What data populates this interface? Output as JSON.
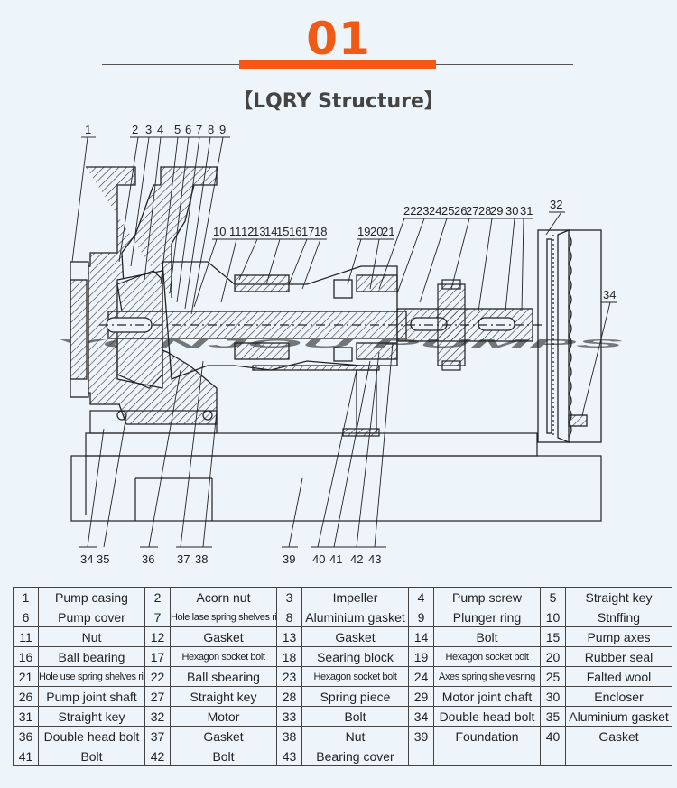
{
  "header": {
    "number": "01",
    "subtitle": "【LQRY Structure】"
  },
  "watermark": "YONJOU PUMPS",
  "callouts": {
    "top_left": [
      "1"
    ],
    "top_group": [
      "2",
      "3",
      "4",
      "5",
      "6",
      "7",
      "8",
      "9"
    ],
    "mid_group": [
      "10",
      "11",
      "12",
      "13",
      "14",
      "15",
      "16",
      "17",
      "18"
    ],
    "mid_group2": [
      "19",
      "20",
      "21"
    ],
    "right_group": [
      "22",
      "23",
      "24",
      "25",
      "26",
      "27",
      "28",
      "29",
      "30",
      "31"
    ],
    "motor": [
      "32"
    ],
    "right_side": [
      "34"
    ],
    "bottom": [
      "34",
      "35",
      "36",
      "37",
      "38",
      "39",
      "40",
      "41",
      "42",
      "43"
    ]
  },
  "parts": [
    [
      {
        "n": "1",
        "name": "Pump casing"
      },
      {
        "n": "2",
        "name": "Acorn nut"
      },
      {
        "n": "3",
        "name": "Impeller"
      },
      {
        "n": "4",
        "name": "Pump screw"
      },
      {
        "n": "5",
        "name": "Straight key"
      }
    ],
    [
      {
        "n": "6",
        "name": "Pump cover"
      },
      {
        "n": "7",
        "name": "Hole lase spring shelves ring"
      },
      {
        "n": "8",
        "name": "Aluminium gasket"
      },
      {
        "n": "9",
        "name": "Plunger ring"
      },
      {
        "n": "10",
        "name": "Stnffing"
      }
    ],
    [
      {
        "n": "11",
        "name": "Nut"
      },
      {
        "n": "12",
        "name": "Gasket"
      },
      {
        "n": "13",
        "name": "Gasket"
      },
      {
        "n": "14",
        "name": "Bolt"
      },
      {
        "n": "15",
        "name": "Pump axes"
      }
    ],
    [
      {
        "n": "16",
        "name": "Ball bearing"
      },
      {
        "n": "17",
        "name": "Hexagon socket bolt"
      },
      {
        "n": "18",
        "name": "Searing block"
      },
      {
        "n": "19",
        "name": "Hexagon socket bolt"
      },
      {
        "n": "20",
        "name": "Rubber seal"
      }
    ],
    [
      {
        "n": "21",
        "name": "Hole use spring shelves ring"
      },
      {
        "n": "22",
        "name": "Ball sbearing"
      },
      {
        "n": "23",
        "name": "Hexagon socket bolt"
      },
      {
        "n": "24",
        "name": "Axes spring shelvesring"
      },
      {
        "n": "25",
        "name": "Falted wool"
      }
    ],
    [
      {
        "n": "26",
        "name": "Pump joint shaft"
      },
      {
        "n": "27",
        "name": "Straight key"
      },
      {
        "n": "28",
        "name": "Spring piece"
      },
      {
        "n": "29",
        "name": "Motor joint chaft"
      },
      {
        "n": "30",
        "name": "Encloser"
      }
    ],
    [
      {
        "n": "31",
        "name": "Straight key"
      },
      {
        "n": "32",
        "name": "Motor"
      },
      {
        "n": "33",
        "name": "Bolt"
      },
      {
        "n": "34",
        "name": "Double head bolt"
      },
      {
        "n": "35",
        "name": "Aluminium gasket"
      }
    ],
    [
      {
        "n": "36",
        "name": "Double head bolt"
      },
      {
        "n": "37",
        "name": "Gasket"
      },
      {
        "n": "38",
        "name": "Nut"
      },
      {
        "n": "39",
        "name": "Foundation"
      },
      {
        "n": "40",
        "name": "Gasket"
      }
    ],
    [
      {
        "n": "41",
        "name": "Bolt"
      },
      {
        "n": "42",
        "name": "Bolt"
      },
      {
        "n": "43",
        "name": "Bearing cover"
      },
      {
        "n": "",
        "name": ""
      },
      {
        "n": "",
        "name": ""
      }
    ]
  ]
}
